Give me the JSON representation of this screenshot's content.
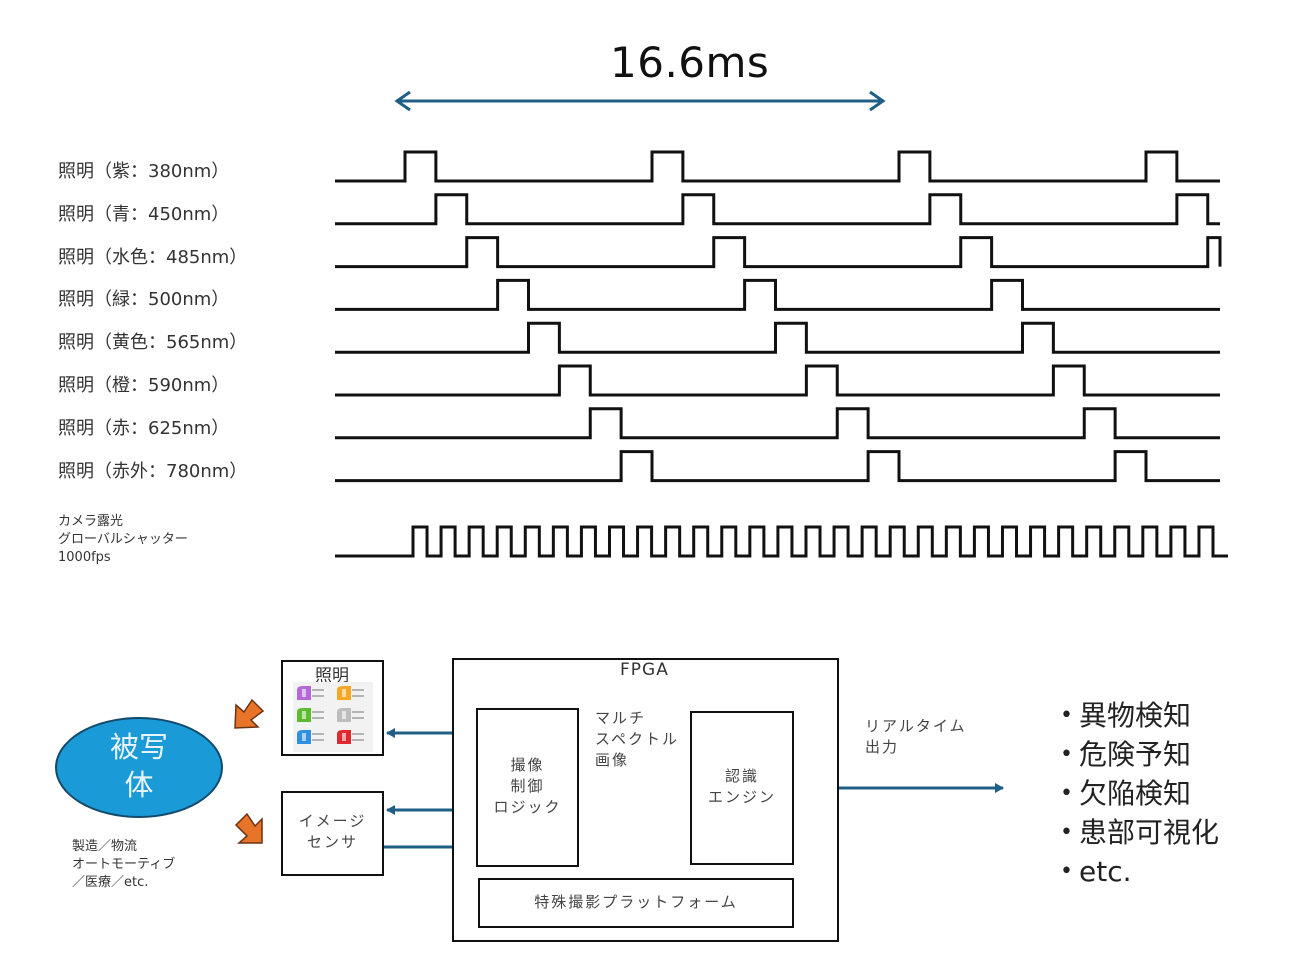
{
  "timing": {
    "period_label": "16.6ms",
    "channels": [
      {
        "label": "照明（紫：380nm）",
        "color_name": "violet",
        "wavelength_nm": 380
      },
      {
        "label": "照明（青：450nm）",
        "color_name": "blue",
        "wavelength_nm": 450
      },
      {
        "label": "照明（水色：485nm）",
        "color_name": "cyan",
        "wavelength_nm": 485
      },
      {
        "label": "照明（緑：500nm）",
        "color_name": "green",
        "wavelength_nm": 500
      },
      {
        "label": "照明（黄色：565nm）",
        "color_name": "yellow",
        "wavelength_nm": 565
      },
      {
        "label": "照明（橙：590nm）",
        "color_name": "orange",
        "wavelength_nm": 590
      },
      {
        "label": "照明（赤：625nm）",
        "color_name": "red",
        "wavelength_nm": 625
      },
      {
        "label": "照明（赤外：780nm）",
        "color_name": "infrared",
        "wavelength_nm": 780
      }
    ],
    "illumination_period_ms": 16.6,
    "illumination_pulse_slots_per_period": 8,
    "camera": {
      "label": "カメラ露光\nグローバルシャッター\n1000fps",
      "fps": 1000,
      "pulse_count": 29
    }
  },
  "diagram": {
    "subject": {
      "label": "被写\n体",
      "caption": "製造／物流\nオートモーティブ\n／医療／etc."
    },
    "illumination_box": {
      "label": "照明",
      "led_colors": [
        "#b36ad6",
        "#f5a623",
        "#5dbb2f",
        "#bdbdbd",
        "#2f8fe0",
        "#e0282e"
      ]
    },
    "image_sensor_box": {
      "label": "イメージ\nセンサ"
    },
    "fpga": {
      "title": "FPGA",
      "control_logic": "撮像\n制御\nロジック",
      "recognition_engine": "認識\nエンジン",
      "platform": "特殊撮影プラットフォーム",
      "multispectral_label": "マルチ\nスペクトル\n画像"
    },
    "realtime_output_label": "リアルタイム\n出力",
    "applications": [
      "異物検知",
      "危険予知",
      "欠陥検知",
      "患部可視化",
      "etc."
    ],
    "colors": {
      "arrow": "#1f5f86",
      "subject_fill": "#1a9ad6",
      "orange_arrow": "#e8742a"
    }
  }
}
